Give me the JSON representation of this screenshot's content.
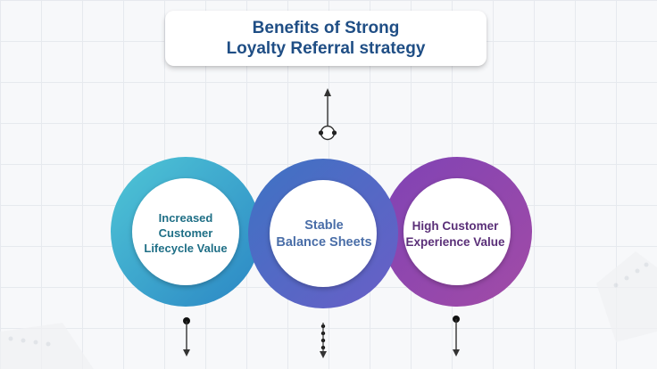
{
  "title": {
    "line1": "Benefits of Strong",
    "line2": "Loyalty Referral strategy"
  },
  "benefits": [
    {
      "lines": [
        "Increased",
        "Customer",
        "Lifecycle Value"
      ]
    },
    {
      "lines": [
        "Stable",
        "Balance Sheets"
      ]
    },
    {
      "lines": [
        "High Customer",
        "Experience Value"
      ]
    }
  ],
  "colors": {
    "title_text": "#1f4e85",
    "ring_1_start": "#4ec4d6",
    "ring_1_end": "#2a8fc7",
    "ring_2_start": "#3f78c9",
    "ring_2_end": "#5f5fc4",
    "ring_3_start": "#7a45b8",
    "ring_3_end": "#a04aa8"
  }
}
